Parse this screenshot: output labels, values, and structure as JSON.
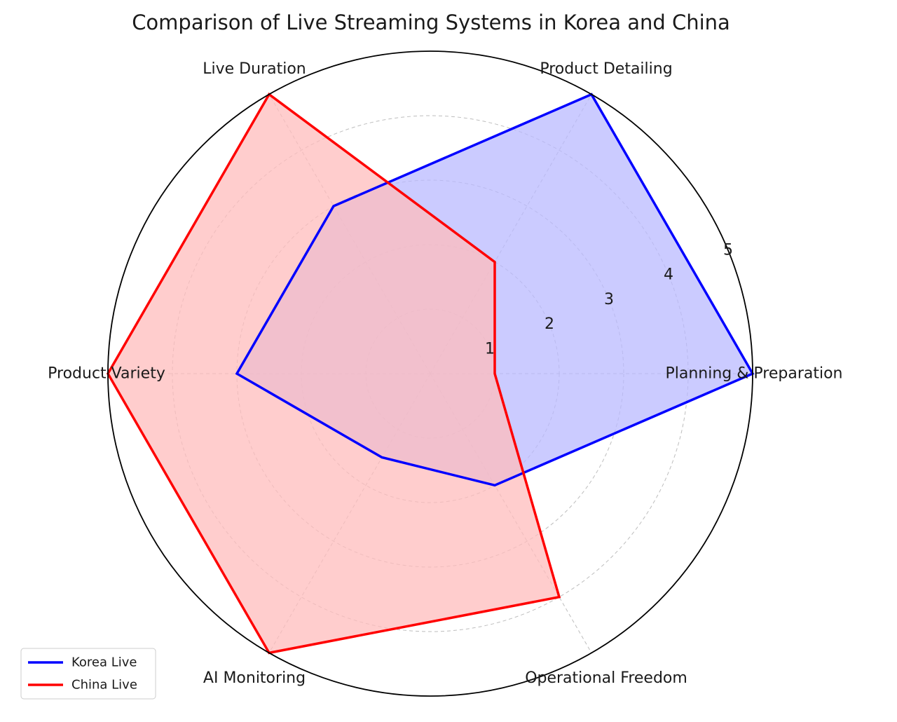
{
  "chart_data": {
    "type": "radar",
    "title": "Comparison of Live Streaming Systems in Korea and China",
    "categories": [
      "Planning & Preparation",
      "Product Detailing",
      "Live Duration",
      "Product Variety",
      "AI Monitoring",
      "Operational Freedom"
    ],
    "series": [
      {
        "name": "Korea Live",
        "values": [
          5,
          5,
          3,
          3,
          1.5,
          2
        ],
        "color": "#0000ff",
        "fill_color": "#b9b9ff"
      },
      {
        "name": "China Live",
        "values": [
          1,
          2,
          5,
          5,
          5,
          4
        ],
        "color": "#ff0000",
        "fill_color": "#ffbcbc"
      }
    ],
    "rlim": [
      0,
      5
    ],
    "radial_ticks": [
      "1",
      "2",
      "3",
      "4",
      "5"
    ],
    "grid": true,
    "legend_position": "lower-left"
  }
}
